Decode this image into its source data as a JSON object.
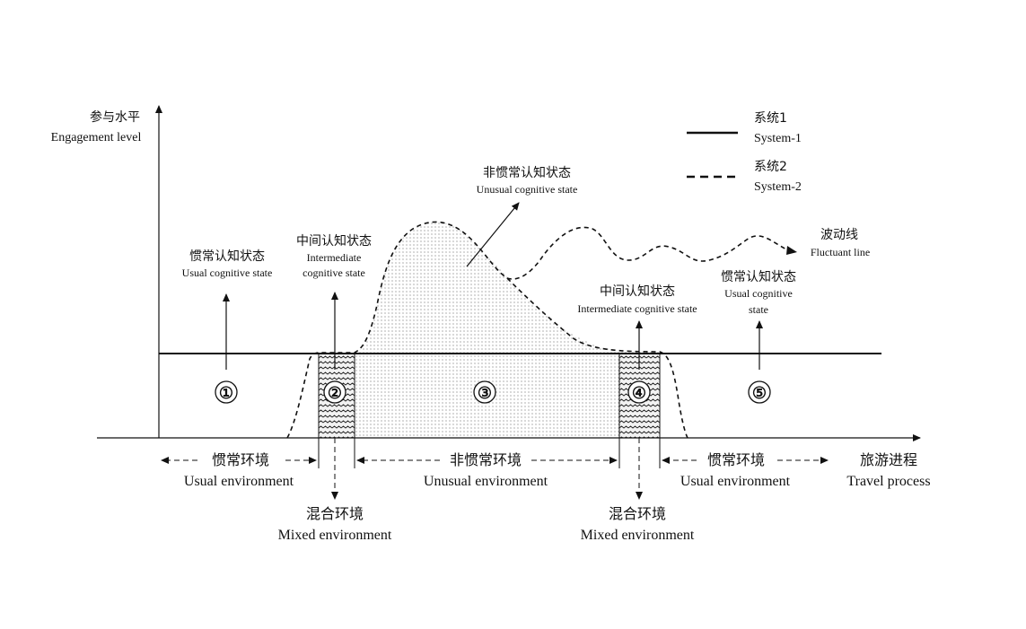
{
  "y_axis": {
    "label_zh": "参与水平",
    "label_en": "Engagement level"
  },
  "x_axis": {
    "label_zh": "旅游进程",
    "label_en": "Travel process"
  },
  "legend": [
    {
      "zh": "系统1",
      "en": "System-1",
      "style": "solid"
    },
    {
      "zh": "系统2",
      "en": "System-2",
      "style": "dashed"
    }
  ],
  "states": {
    "usual_1": {
      "zh": "惯常认知状态",
      "en": "Usual cognitive state"
    },
    "intermediate_2": {
      "zh": "中间认知状态",
      "en_line1": "Intermediate",
      "en_line2": "cognitive state"
    },
    "unusual_3": {
      "zh": "非惯常认知状态",
      "en": "Unusual cognitive state"
    },
    "fluctuant": {
      "zh": "波动线",
      "en": "Fluctuant line"
    },
    "intermediate_4": {
      "zh": "中间认知状态",
      "en": "Intermediate cognitive state"
    },
    "usual_5": {
      "zh": "惯常认知状态",
      "en_line1": "Usual cognitive",
      "en_line2": "state"
    }
  },
  "zones": [
    "①",
    "②",
    "③",
    "④",
    "⑤"
  ],
  "environments": {
    "usual_left": {
      "zh": "惯常环境",
      "en": "Usual environment"
    },
    "unusual": {
      "zh": "非惯常环境",
      "en": "Unusual environment"
    },
    "usual_right": {
      "zh": "惯常环境",
      "en": "Usual environment"
    },
    "mixed_left": {
      "zh": "混合环境",
      "en": "Mixed environment"
    },
    "mixed_right": {
      "zh": "混合环境",
      "en": "Mixed environment"
    }
  }
}
